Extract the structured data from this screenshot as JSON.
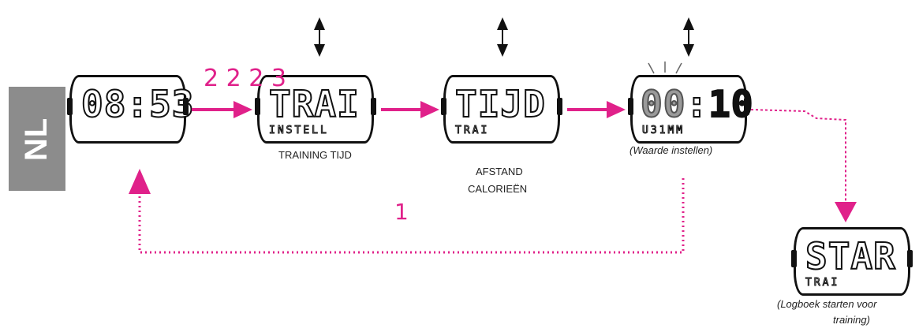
{
  "side_tab": {
    "label": "NL"
  },
  "colors": {
    "accent": "#e0218a",
    "tab": "#8c8c8c",
    "ink": "#111111"
  },
  "screens": [
    {
      "main": "08:53",
      "sub": ""
    },
    {
      "main": "TRAI",
      "sub": "INSTELL"
    },
    {
      "main": "TIJD",
      "sub": "TRAI"
    },
    {
      "main_left": "00",
      "main_sep": ":",
      "main_right": "10",
      "sub": "U31MM"
    },
    {
      "main": "STAR",
      "sub": "TRAI"
    }
  ],
  "labels": {
    "training_tijd": "TRAINING TIJD",
    "afstand": "AFSTAND",
    "calorieen": "CALORIEËN",
    "waarde": "(Waarde instellen)",
    "logboek_line1": "(Logboek starten voor",
    "logboek_line2": "training)"
  },
  "markers": {
    "step_2223": "2 2 2 3",
    "step_1": "1"
  },
  "icons": [
    "up-down-arrow-icon",
    "right-arrow-icon",
    "down-arrow-icon",
    "return-arrow-icon"
  ]
}
